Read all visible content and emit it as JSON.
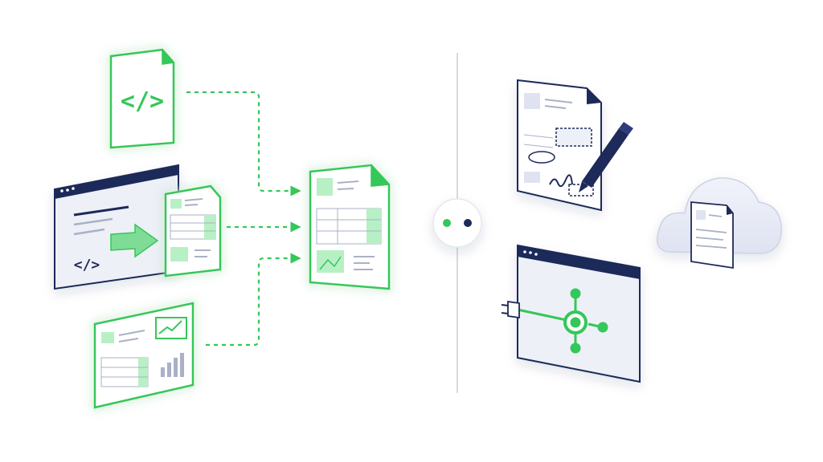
{
  "diagram": {
    "left_group": {
      "sources": [
        {
          "kind": "code-file",
          "icon": "code-icon",
          "glyph": "</>"
        },
        {
          "kind": "webpage-to-document",
          "icon": "code-icon",
          "glyph": "</>"
        },
        {
          "kind": "chart-report",
          "icon": "trend-chart-icon"
        }
      ],
      "output": {
        "kind": "generated-document"
      }
    },
    "separator": {
      "pager_dots": [
        {
          "state": "active",
          "color": "#34c759"
        },
        {
          "state": "inactive",
          "color": "#1e2a5a"
        }
      ]
    },
    "right_group": {
      "items": [
        {
          "kind": "document-signing",
          "icon": "pen-icon"
        },
        {
          "kind": "cloud-storage",
          "icon": "cloud-icon"
        },
        {
          "kind": "api-integration",
          "icon": "plug-icon"
        }
      ]
    },
    "colors": {
      "accent": "#34c759",
      "accent_light": "#b8f0c6",
      "navy": "#1e2a5a",
      "panel": "#eef0f7",
      "divider": "#d8dbe3"
    }
  }
}
